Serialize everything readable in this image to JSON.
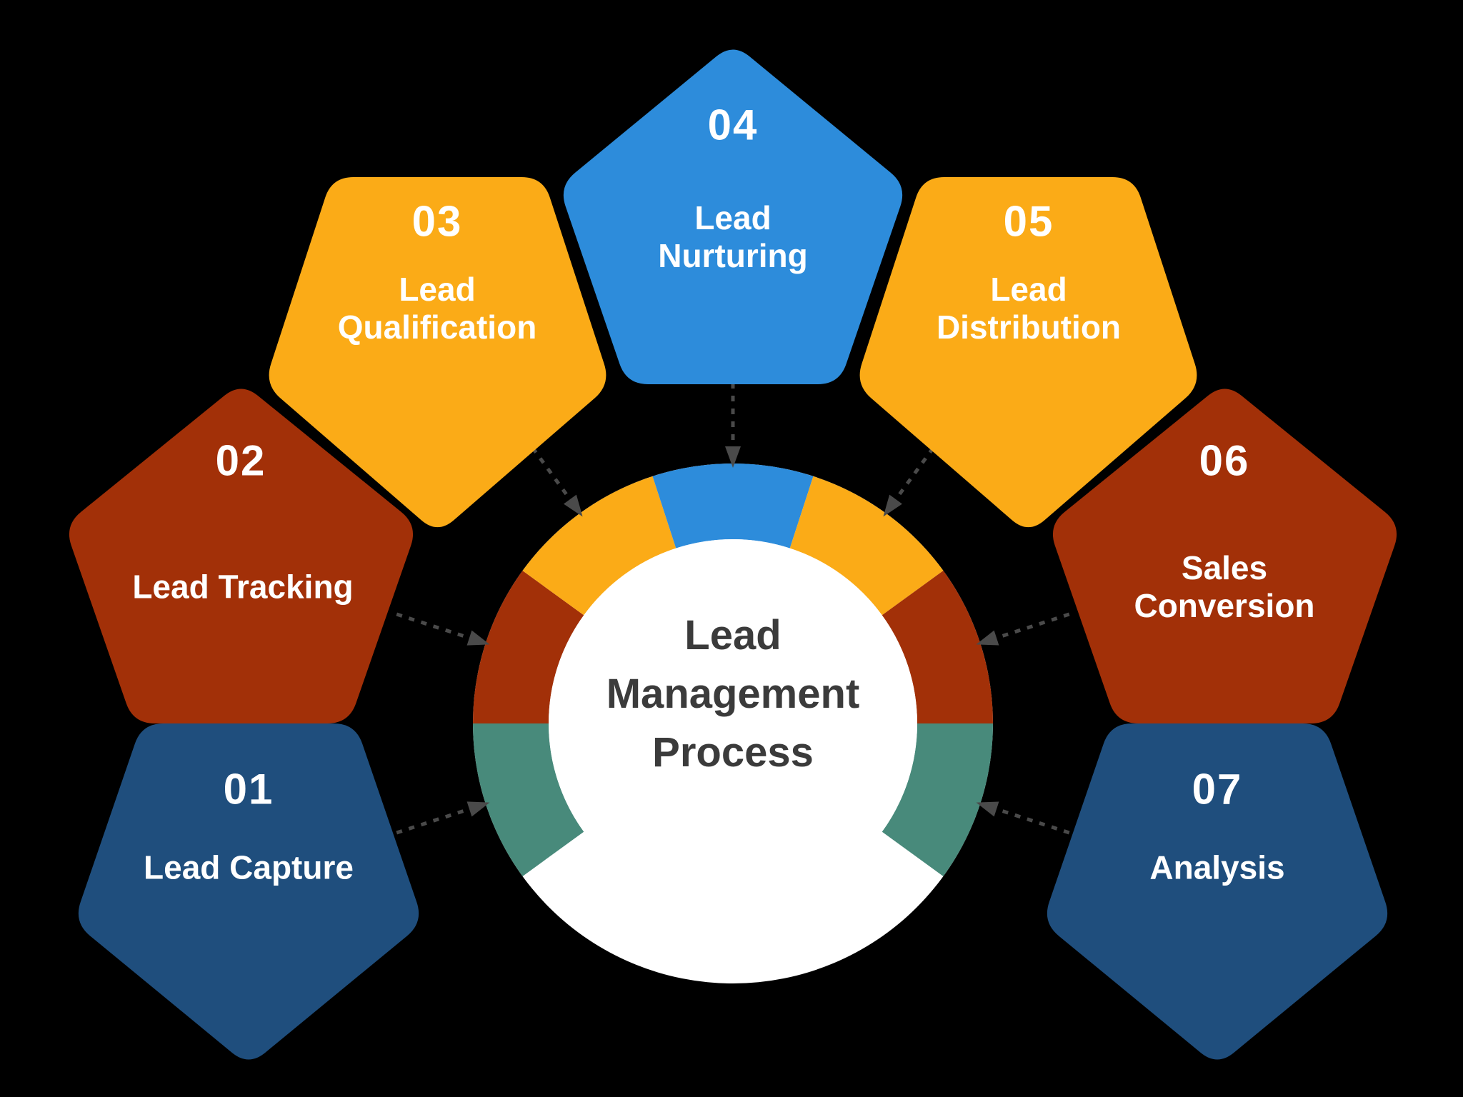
{
  "diagram": {
    "background_color": "#000000",
    "center": {
      "title_line1": "Lead",
      "title_line2": "Management",
      "title_line3": "Process",
      "title_color": "#3B3B3B",
      "inner_circle_color": "#FFFFFF"
    },
    "connector": {
      "color": "#4A4A4A",
      "style": "dashed-arrow"
    },
    "steps": [
      {
        "number": "01",
        "label": "Lead Capture",
        "shape_color": "#1F4E7D",
        "ring_segment_color": "#488A7B"
      },
      {
        "number": "02",
        "label": "Lead Tracking",
        "shape_color": "#A23008",
        "ring_segment_color": "#A23008"
      },
      {
        "number": "03",
        "label": "Lead Qualification",
        "shape_color": "#FBAB17",
        "ring_segment_color": "#FBAB17"
      },
      {
        "number": "04",
        "label": "Lead Nurturing",
        "shape_color": "#2D8CDB",
        "ring_segment_color": "#2D8CDB"
      },
      {
        "number": "05",
        "label": "Lead Distribution",
        "shape_color": "#FBAB17",
        "ring_segment_color": "#FBAB17"
      },
      {
        "number": "06",
        "label": "Sales Conversion",
        "shape_color": "#A23008",
        "ring_segment_color": "#A23008"
      },
      {
        "number": "07",
        "label": "Analysis",
        "shape_color": "#1F4E7D",
        "ring_segment_color": "#488A7B"
      }
    ]
  }
}
